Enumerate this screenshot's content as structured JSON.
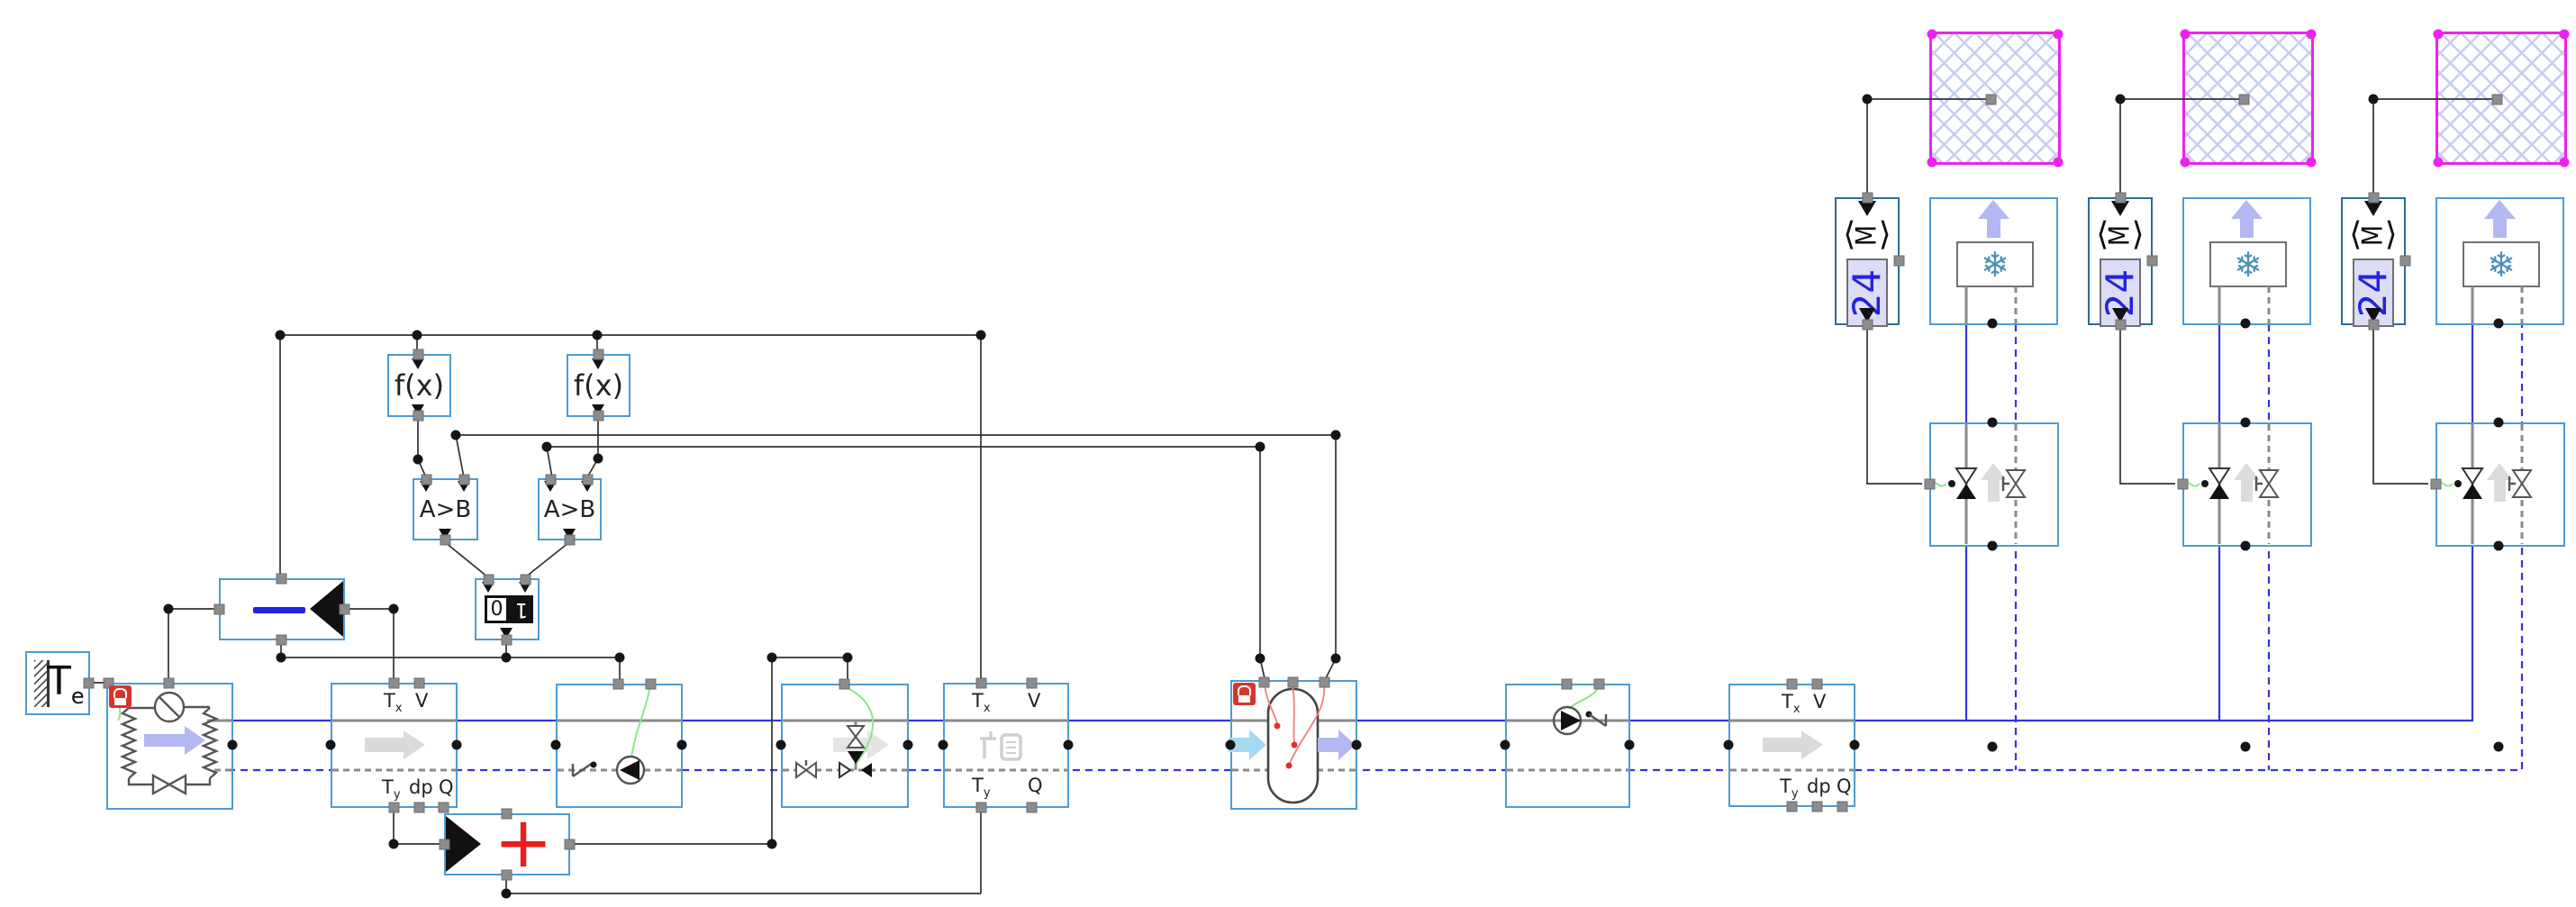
{
  "diagram": {
    "kind": "hvac-system-model-diagram",
    "colors": {
      "block_border": "#4f9bd2",
      "thermostat_border": "#2e6c94",
      "supply_line": "#3434e0",
      "control_wire": "#333333",
      "pipe_gray": "#8a8a8a",
      "zone_border": "#ee22ee",
      "zone_hatch": "#c9cdf0",
      "control_green": "#8ce68c",
      "sensor_red": "#f08080",
      "lock_red": "#d7352c",
      "arrow_lavender": "#b3b7f2",
      "setpoint_blue": "#2323dd",
      "plus_red": "#ed1c1c"
    },
    "outdoor_temp": {
      "symbol": "T",
      "subscript": "e"
    },
    "function_block": {
      "label": "f(x)"
    },
    "comparator": {
      "label": "A>B"
    },
    "on_off_controller": {
      "off": "0",
      "on": "1"
    },
    "pipe_sensor": {
      "T": "T",
      "x": "x",
      "y": "y",
      "V": "V",
      "dp": "dp",
      "Q": "Q"
    },
    "gain_add": {
      "plus": "+"
    },
    "thermostat": {
      "left_bracket": "⟨",
      "letter": "M",
      "right_bracket": "⟩",
      "setpoint": "24"
    },
    "fan_coil": {
      "snowflake": "❄"
    }
  }
}
